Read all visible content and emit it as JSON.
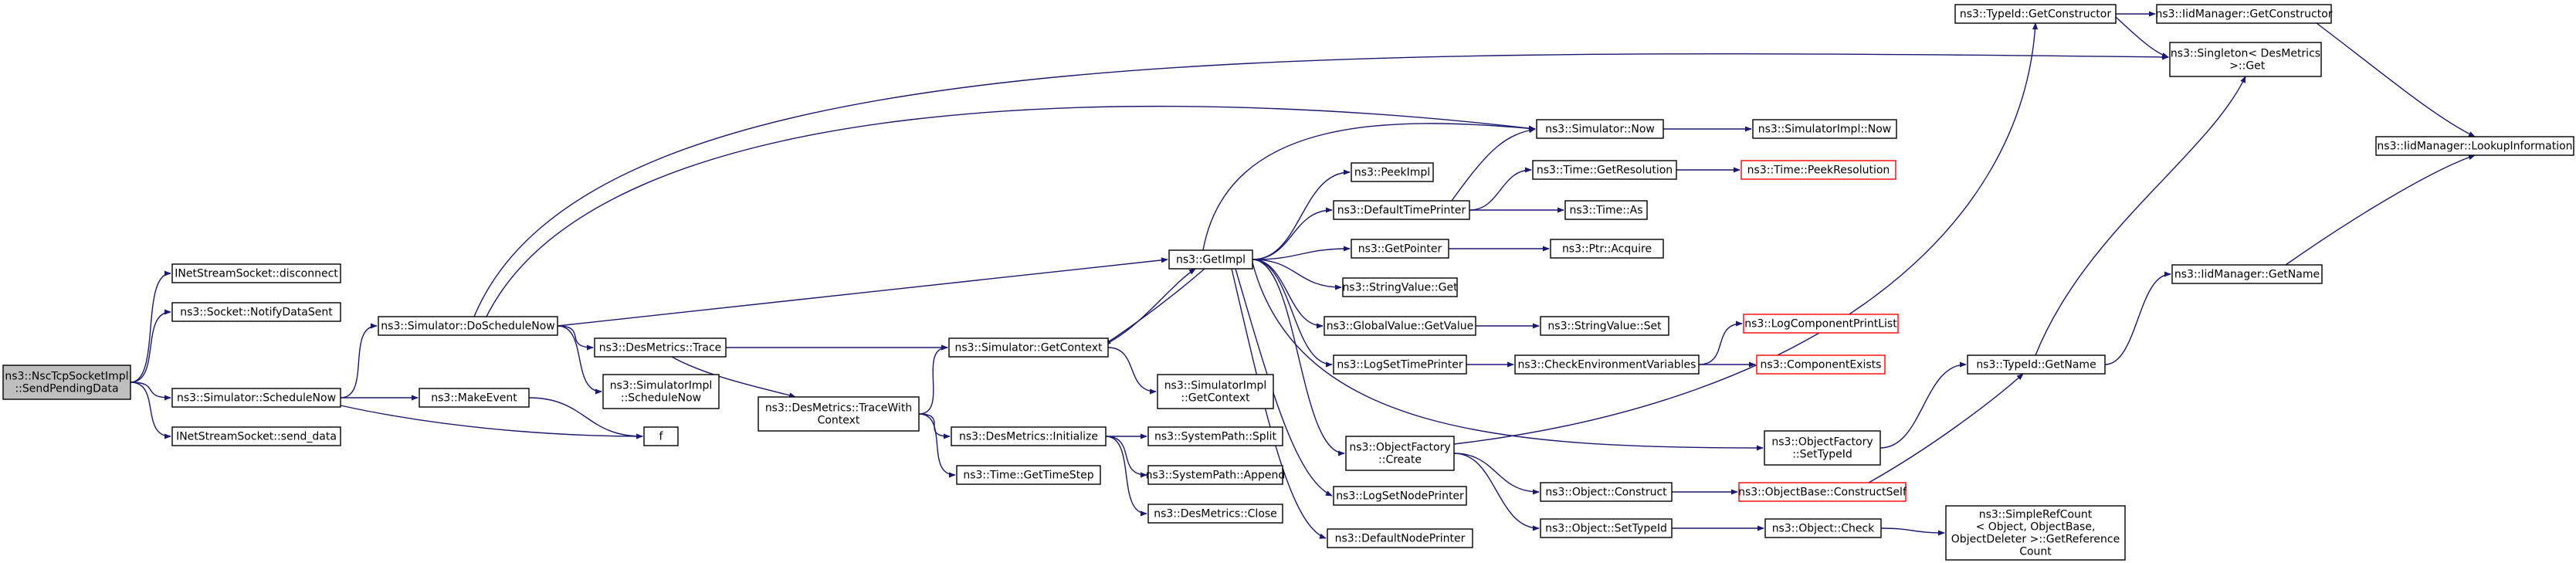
{
  "colors": {
    "edge": "#191970",
    "node_border": "#000000",
    "node_fill": "#ffffff",
    "focus_fill": "#bfbfbf",
    "undocumented_border": "#ff0000",
    "text": "#000000"
  },
  "nodes": [
    {
      "id": "sendPending",
      "lines": [
        "ns3::NscTcpSocketImpl",
        "::SendPendingData"
      ],
      "focus": true
    },
    {
      "id": "disconnect",
      "lines": [
        "INetStreamSocket::disconnect"
      ]
    },
    {
      "id": "notifySent",
      "lines": [
        "ns3::Socket::NotifyDataSent"
      ]
    },
    {
      "id": "scheduleNow",
      "lines": [
        "ns3::Simulator::ScheduleNow"
      ]
    },
    {
      "id": "sendData",
      "lines": [
        "INetStreamSocket::send_data"
      ]
    },
    {
      "id": "doScheduleNow",
      "lines": [
        "ns3::Simulator::DoScheduleNow"
      ]
    },
    {
      "id": "makeEvent",
      "lines": [
        "ns3::MakeEvent"
      ]
    },
    {
      "id": "f",
      "lines": [
        "f"
      ]
    },
    {
      "id": "desTrace",
      "lines": [
        "ns3::DesMetrics::Trace"
      ]
    },
    {
      "id": "simImplScheduleNow",
      "lines": [
        "ns3::SimulatorImpl",
        "::ScheduleNow"
      ]
    },
    {
      "id": "traceWithContext",
      "lines": [
        "ns3::DesMetrics::TraceWith",
        "Context"
      ]
    },
    {
      "id": "getContext",
      "lines": [
        "ns3::Simulator::GetContext"
      ]
    },
    {
      "id": "simImplGetContext",
      "lines": [
        "ns3::SimulatorImpl",
        "::GetContext"
      ]
    },
    {
      "id": "desInitialize",
      "lines": [
        "ns3::DesMetrics::Initialize"
      ]
    },
    {
      "id": "getTimeStep",
      "lines": [
        "ns3::Time::GetTimeStep"
      ]
    },
    {
      "id": "split",
      "lines": [
        "ns3::SystemPath::Split"
      ]
    },
    {
      "id": "append",
      "lines": [
        "ns3::SystemPath::Append"
      ]
    },
    {
      "id": "desClose",
      "lines": [
        "ns3::DesMetrics::Close"
      ]
    },
    {
      "id": "getImpl",
      "lines": [
        "ns3::GetImpl"
      ]
    },
    {
      "id": "peekImpl",
      "lines": [
        "ns3::PeekImpl"
      ]
    },
    {
      "id": "defaultTimePrinter",
      "lines": [
        "ns3::DefaultTimePrinter"
      ]
    },
    {
      "id": "getPointer",
      "lines": [
        "ns3::GetPointer"
      ]
    },
    {
      "id": "stringValueGet",
      "lines": [
        "ns3::StringValue::Get"
      ]
    },
    {
      "id": "globalValueGetValue",
      "lines": [
        "ns3::GlobalValue::GetValue"
      ]
    },
    {
      "id": "logSetTimePrinter",
      "lines": [
        "ns3::LogSetTimePrinter"
      ]
    },
    {
      "id": "objFactoryCreate",
      "lines": [
        "ns3::ObjectFactory",
        "::Create"
      ]
    },
    {
      "id": "logSetNodePrinter",
      "lines": [
        "ns3::LogSetNodePrinter"
      ]
    },
    {
      "id": "defaultNodePrinter",
      "lines": [
        "ns3::DefaultNodePrinter"
      ]
    },
    {
      "id": "simulatorNow",
      "lines": [
        "ns3::Simulator::Now"
      ]
    },
    {
      "id": "simImplNow",
      "lines": [
        "ns3::SimulatorImpl::Now"
      ]
    },
    {
      "id": "getResolution",
      "lines": [
        "ns3::Time::GetResolution"
      ]
    },
    {
      "id": "peekResolution",
      "lines": [
        "ns3::Time::PeekResolution"
      ],
      "undocumented": true
    },
    {
      "id": "timeAs",
      "lines": [
        "ns3::Time::As"
      ]
    },
    {
      "id": "ptrAcquire",
      "lines": [
        "ns3::Ptr::Acquire"
      ]
    },
    {
      "id": "stringValueSet",
      "lines": [
        "ns3::StringValue::Set"
      ]
    },
    {
      "id": "checkEnvVars",
      "lines": [
        "ns3::CheckEnvironmentVariables"
      ]
    },
    {
      "id": "logComponentPrintList",
      "lines": [
        "ns3::LogComponentPrintList"
      ],
      "undocumented": true
    },
    {
      "id": "componentExists",
      "lines": [
        "ns3::ComponentExists"
      ],
      "undocumented": true
    },
    {
      "id": "objConstruct",
      "lines": [
        "ns3::Object::Construct"
      ]
    },
    {
      "id": "objSetTypeId",
      "lines": [
        "ns3::Object::SetTypeId"
      ]
    },
    {
      "id": "objFactorySetTypeId",
      "lines": [
        "ns3::ObjectFactory",
        "::SetTypeId"
      ]
    },
    {
      "id": "constructSelf",
      "lines": [
        "ns3::ObjectBase::ConstructSelf"
      ],
      "undocumented": true
    },
    {
      "id": "objCheck",
      "lines": [
        "ns3::Object::Check"
      ]
    },
    {
      "id": "simpleRefCount",
      "lines": [
        "ns3::SimpleRefCount",
        "< Object, ObjectBase,",
        "ObjectDeleter >::GetReference",
        "Count"
      ]
    },
    {
      "id": "typeIdGetConstructor",
      "lines": [
        "ns3::TypeId::GetConstructor"
      ]
    },
    {
      "id": "iidGetConstructor",
      "lines": [
        "ns3::IidManager::GetConstructor"
      ]
    },
    {
      "id": "singletonGet",
      "lines": [
        "ns3::Singleton< DesMetrics",
        " >::Get"
      ]
    },
    {
      "id": "typeIdGetName",
      "lines": [
        "ns3::TypeId::GetName"
      ]
    },
    {
      "id": "iidGetName",
      "lines": [
        "ns3::IidManager::GetName"
      ]
    },
    {
      "id": "iidLookup",
      "lines": [
        "ns3::IidManager::LookupInformation"
      ]
    }
  ],
  "edges": [
    [
      "sendPending",
      "disconnect"
    ],
    [
      "sendPending",
      "notifySent"
    ],
    [
      "sendPending",
      "scheduleNow"
    ],
    [
      "sendPending",
      "sendData"
    ],
    [
      "scheduleNow",
      "doScheduleNow"
    ],
    [
      "scheduleNow",
      "makeEvent"
    ],
    [
      "scheduleNow",
      "f"
    ],
    [
      "makeEvent",
      "f"
    ],
    [
      "doScheduleNow",
      "singletonGet"
    ],
    [
      "doScheduleNow",
      "simulatorNow"
    ],
    [
      "doScheduleNow",
      "getImpl"
    ],
    [
      "doScheduleNow",
      "desTrace"
    ],
    [
      "doScheduleNow",
      "simImplScheduleNow"
    ],
    [
      "desTrace",
      "getContext"
    ],
    [
      "desTrace",
      "traceWithContext"
    ],
    [
      "traceWithContext",
      "getContext"
    ],
    [
      "traceWithContext",
      "desInitialize"
    ],
    [
      "traceWithContext",
      "getTimeStep"
    ],
    [
      "getContext",
      "getImpl"
    ],
    [
      "getContext",
      "simImplGetContext"
    ],
    [
      "desInitialize",
      "split"
    ],
    [
      "desInitialize",
      "append"
    ],
    [
      "desInitialize",
      "desClose"
    ],
    [
      "getImpl",
      "getContext"
    ],
    [
      "getImpl",
      "simulatorNow"
    ],
    [
      "getImpl",
      "peekImpl"
    ],
    [
      "getImpl",
      "defaultTimePrinter"
    ],
    [
      "getImpl",
      "getPointer"
    ],
    [
      "getImpl",
      "stringValueGet"
    ],
    [
      "getImpl",
      "globalValueGetValue"
    ],
    [
      "getImpl",
      "logSetTimePrinter"
    ],
    [
      "getImpl",
      "objFactoryCreate"
    ],
    [
      "getImpl",
      "objFactorySetTypeId"
    ],
    [
      "getImpl",
      "logSetNodePrinter"
    ],
    [
      "getImpl",
      "defaultNodePrinter"
    ],
    [
      "simulatorNow",
      "simImplNow"
    ],
    [
      "defaultTimePrinter",
      "simulatorNow"
    ],
    [
      "defaultTimePrinter",
      "getResolution"
    ],
    [
      "defaultTimePrinter",
      "timeAs"
    ],
    [
      "getResolution",
      "peekResolution"
    ],
    [
      "getPointer",
      "ptrAcquire"
    ],
    [
      "globalValueGetValue",
      "stringValueSet"
    ],
    [
      "logSetTimePrinter",
      "checkEnvVars"
    ],
    [
      "checkEnvVars",
      "logComponentPrintList"
    ],
    [
      "checkEnvVars",
      "componentExists"
    ],
    [
      "objFactoryCreate",
      "typeIdGetConstructor"
    ],
    [
      "objFactoryCreate",
      "objConstruct"
    ],
    [
      "objFactoryCreate",
      "objSetTypeId"
    ],
    [
      "objConstruct",
      "constructSelf"
    ],
    [
      "objSetTypeId",
      "objCheck"
    ],
    [
      "objCheck",
      "simpleRefCount"
    ],
    [
      "constructSelf",
      "typeIdGetName"
    ],
    [
      "objFactorySetTypeId",
      "typeIdGetName"
    ],
    [
      "typeIdGetName",
      "singletonGet"
    ],
    [
      "typeIdGetName",
      "iidGetName"
    ],
    [
      "iidGetName",
      "iidLookup"
    ],
    [
      "typeIdGetConstructor",
      "iidGetConstructor"
    ],
    [
      "typeIdGetConstructor",
      "singletonGet"
    ],
    [
      "iidGetConstructor",
      "iidLookup"
    ]
  ]
}
